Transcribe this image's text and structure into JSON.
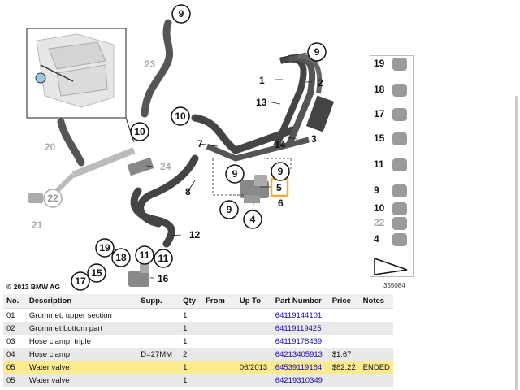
{
  "diagram": {
    "copyright": "© 2013 BMW AG",
    "image_number": "355084",
    "callouts": {
      "c1": "1",
      "c2": "2",
      "c3": "3",
      "c4": "4",
      "c5": "5",
      "c6": "6",
      "c7": "7",
      "c8": "8",
      "c9a": "9",
      "c9b": "9",
      "c9c": "9",
      "c9d": "9",
      "c9e": "9",
      "c10a": "10",
      "c10b": "10",
      "c11a": "11",
      "c11b": "11",
      "c12": "12",
      "c13": "13",
      "c14": "14",
      "c15": "15",
      "c16": "16",
      "c17": "17",
      "c18": "18",
      "c19": "19",
      "c20": "20",
      "c21": "21",
      "c22": "22",
      "c23": "23",
      "c24": "24"
    },
    "strip": [
      {
        "number": "19"
      },
      {
        "number": "18"
      },
      {
        "number": "17"
      },
      {
        "number": "15"
      },
      {
        "number": "11"
      },
      {
        "number": "9"
      },
      {
        "number": "10"
      },
      {
        "number": "22"
      },
      {
        "number": "4"
      }
    ],
    "highlight_color": "#f2b01e"
  },
  "table": {
    "headers": [
      "No.",
      "Description",
      "Supp.",
      "Qty",
      "From",
      "Up To",
      "Part Number",
      "Price",
      "Notes"
    ],
    "rows": [
      {
        "no": "01",
        "desc": "Grommet, upper section",
        "supp": "",
        "qty": "1",
        "from": "",
        "upto": "",
        "pn": "64119144101",
        "price": "",
        "notes": "",
        "highlight": false
      },
      {
        "no": "02",
        "desc": "Grommet bottom part",
        "supp": "",
        "qty": "1",
        "from": "",
        "upto": "",
        "pn": "64119119425",
        "price": "",
        "notes": "",
        "highlight": false
      },
      {
        "no": "03",
        "desc": "Hose clamp, triple",
        "supp": "",
        "qty": "1",
        "from": "",
        "upto": "",
        "pn": "64119178439",
        "price": "",
        "notes": "",
        "highlight": false
      },
      {
        "no": "04",
        "desc": "Hose clamp",
        "supp": "D=27MM",
        "qty": "2",
        "from": "",
        "upto": "",
        "pn": "64213405913",
        "price": "$1.67",
        "notes": "",
        "highlight": false
      },
      {
        "no": "05",
        "desc": "Water valve",
        "supp": "",
        "qty": "1",
        "from": "",
        "upto": "06/2013",
        "pn": "64539119164",
        "price": "$82.22",
        "notes": "ENDED",
        "highlight": true
      },
      {
        "no": "05",
        "desc": "Water valve",
        "supp": "",
        "qty": "1",
        "from": "",
        "upto": "",
        "pn": "64219310349",
        "price": "",
        "notes": "",
        "highlight": false
      }
    ]
  }
}
